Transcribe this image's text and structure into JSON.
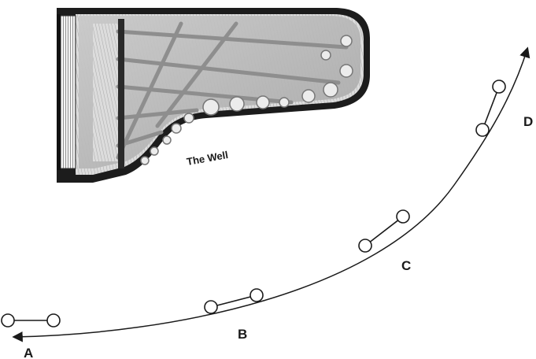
{
  "diagram": {
    "piano_label": "The Well",
    "positions": [
      {
        "id": "a",
        "label": "A"
      },
      {
        "id": "b",
        "label": "B"
      },
      {
        "id": "c",
        "label": "C"
      },
      {
        "id": "d",
        "label": "D"
      }
    ],
    "colors": {
      "ink": "#1a1a1a",
      "piano_case": "#1c1c1c",
      "plate": "#b9b9b9",
      "plate_dark": "#8e8e8e",
      "soundboard": "#d8d8d8",
      "background": "#ffffff"
    }
  }
}
